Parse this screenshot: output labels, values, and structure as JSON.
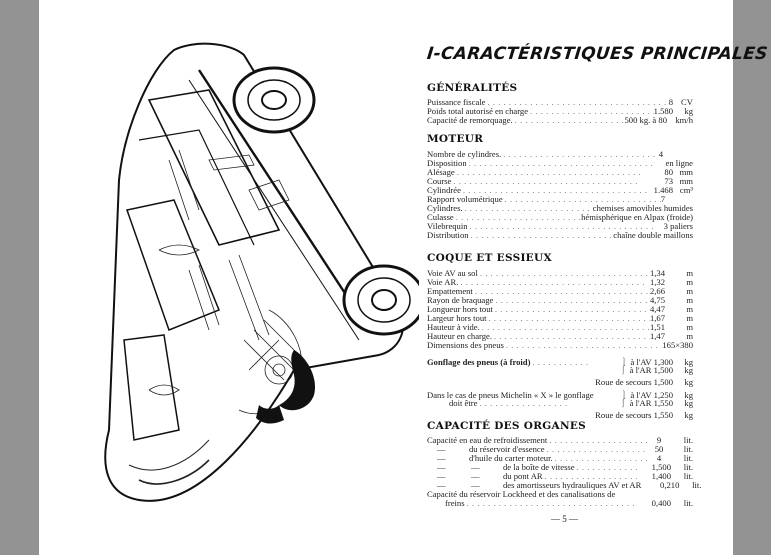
{
  "document": {
    "background_color": "#939393",
    "page_color": "#ffffff",
    "illustration": {
      "name": "car-cutaway-drawing",
      "description": "Cutaway technical illustration of a car seen from above at an angle"
    },
    "title": "I-CARACTÉRISTIQUES PRINCIPALES",
    "sections": [
      {
        "heading": "GÉNÉRALITÉS",
        "rows": [
          {
            "label": "Puissance fiscale",
            "value": "8",
            "unit": "CV"
          },
          {
            "label": "Poids total autorisé en charge",
            "value": "1.580",
            "unit": "kg"
          },
          {
            "label": "Capacité de remorquage.",
            "value": "500 kg. à 80",
            "unit": "km/h"
          }
        ]
      },
      {
        "heading": "MOTEUR",
        "rows": [
          {
            "label": "Nombre de cylindres.",
            "value": "4",
            "unit": ""
          },
          {
            "label": "Disposition",
            "value": "en ligne",
            "unit": ""
          },
          {
            "label": "Alésage",
            "value": "80",
            "unit": "mm"
          },
          {
            "label": "Course",
            "value": "73",
            "unit": "mm"
          },
          {
            "label": "Cylindrée",
            "value": "1.468",
            "unit": "cm³"
          },
          {
            "label": "Rapport volumétrique",
            "value": "7",
            "unit": ""
          },
          {
            "label": "Cylindres.",
            "value": "chemises amovibles humides",
            "unit": ""
          },
          {
            "label": "Culasse",
            "value": "hémisphérique en Alpax (froide)",
            "unit": ""
          },
          {
            "label": "Vilebrequin",
            "value": "3 paliers",
            "unit": ""
          },
          {
            "label": "Distribution",
            "value": "chaîne double maillons",
            "unit": ""
          }
        ]
      },
      {
        "heading": "COQUE ET ESSIEUX",
        "rows": [
          {
            "label": "Voie AV au sol",
            "value": "1,34",
            "unit": "m"
          },
          {
            "label": "Voie AR.",
            "value": "1,32",
            "unit": "m"
          },
          {
            "label": "Empattement",
            "value": "2,66",
            "unit": "m"
          },
          {
            "label": "Rayon de braquage",
            "value": "4,75",
            "unit": "m"
          },
          {
            "label": "Longueur hors tout",
            "value": "4,47",
            "unit": "m"
          },
          {
            "label": "Largeur hors tout",
            "value": "1,67",
            "unit": "m"
          },
          {
            "label": "Hauteur à vide.",
            "value": "1,51",
            "unit": "m"
          },
          {
            "label": "Hauteur en charge.",
            "value": "1,47",
            "unit": "m"
          },
          {
            "label": "Dimensions des pneus",
            "value": "165×380",
            "unit": ""
          }
        ],
        "tyres": {
          "label": "Gonflage des pneus (à froid)",
          "av": {
            "label": "à l'AV",
            "value": "1,300",
            "unit": "kg"
          },
          "ar": {
            "label": "à l'AR",
            "value": "1,500",
            "unit": "kg"
          },
          "spare": {
            "label": "Roue de secours",
            "value": "1,500",
            "unit": "kg"
          }
        },
        "michelin": {
          "label_line1": "Dans le cas de pneus Michelin « X » le gonflage",
          "label_line2": "doit être",
          "av": {
            "label": "à l'AV",
            "value": "1,250",
            "unit": "kg"
          },
          "ar": {
            "label": "à l'AR",
            "value": "1,550",
            "unit": "kg"
          },
          "spare": {
            "label": "Roue de secours",
            "value": "1,550",
            "unit": "kg"
          }
        }
      },
      {
        "heading": "CAPACITÉ DES ORGANES",
        "rows": [
          {
            "dash1": "",
            "dash2": "",
            "label": "Capacité en eau de refroidissement",
            "value": "9",
            "unit": "lit."
          },
          {
            "dash1": "—",
            "dash2": "",
            "label": "du réservoir d'essence",
            "value": "50",
            "unit": "lit."
          },
          {
            "dash1": "—",
            "dash2": "",
            "label": "d'huile du carter moteur.",
            "value": "4",
            "unit": "lit."
          },
          {
            "dash1": "—",
            "dash2": "—",
            "label": "de la boîte de vitesse",
            "value": "1,500",
            "unit": "lit."
          },
          {
            "dash1": "—",
            "dash2": "—",
            "label": "du pont AR",
            "value": "1,400",
            "unit": "lit."
          },
          {
            "dash1": "—",
            "dash2": "—",
            "label": "des amortisseurs hydrauliques AV et AR",
            "value": "0,210",
            "unit": "lit."
          }
        ],
        "lockheed": {
          "line1": "Capacité du réservoir Lockheed et des canalisations de",
          "line2": "freins",
          "value": "0,400",
          "unit": "lit."
        }
      }
    ],
    "page_number": "— 5 —"
  }
}
